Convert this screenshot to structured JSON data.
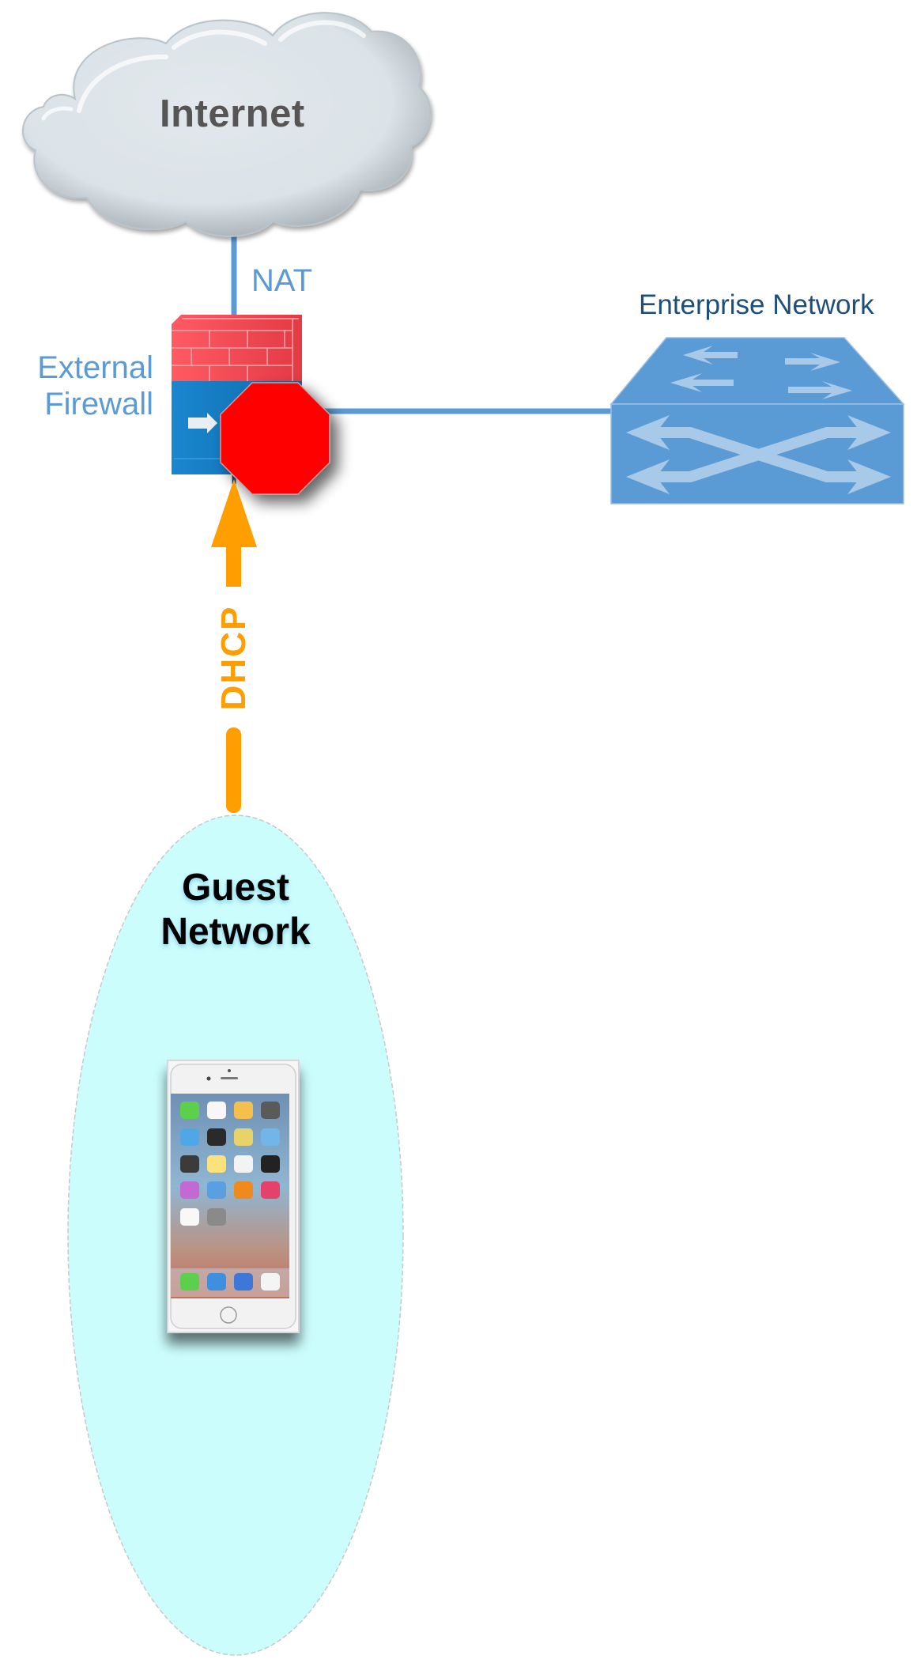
{
  "diagram": {
    "nodes": {
      "internet": {
        "label": "Internet",
        "icon": "cloud-icon"
      },
      "firewall": {
        "label": "External Firewall",
        "label_lines": [
          "External",
          "Firewall"
        ],
        "icon": "firewall-icon",
        "status_icon": "stop-sign-icon"
      },
      "enterprise": {
        "label": "Enterprise Network",
        "icon": "switch-icon"
      },
      "guest": {
        "label": "Guest Network",
        "label_lines": [
          "Guest",
          "Network"
        ],
        "device_icon": "smartphone-icon"
      }
    },
    "links": [
      {
        "from": "internet",
        "to": "firewall",
        "label": "NAT"
      },
      {
        "from": "firewall",
        "to": "enterprise",
        "label": ""
      },
      {
        "from": "guest",
        "to": "firewall",
        "label": "DHCP",
        "style": "arrow"
      }
    ],
    "colors": {
      "link": "#5b9bd5",
      "dhcp_arrow": "#ff9e00",
      "stop_sign": "#ff0000",
      "guest_zone": "#ccfdfd",
      "switch": "#5b9bd5",
      "enterprise_label": "#1f4e79"
    }
  }
}
